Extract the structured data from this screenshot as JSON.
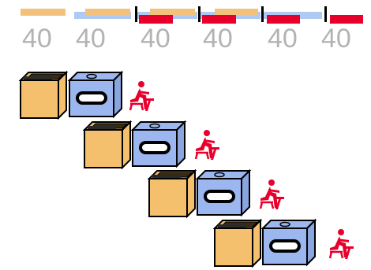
{
  "timeline": {
    "labels": [
      "40",
      "40",
      "40",
      "40",
      "40",
      "40"
    ]
  },
  "stages": [
    {
      "id": 1
    },
    {
      "id": 2
    },
    {
      "id": 3
    },
    {
      "id": 4
    }
  ],
  "colors": {
    "orange": "#f2c27c",
    "blue": "#b0c9f4",
    "red": "#e8002d",
    "label": "#b3b3b3",
    "box": "#f4c06e",
    "machine": "#9cb7ef",
    "outline": "#000000"
  },
  "icons": {
    "box": "open-box-icon",
    "machine": "washer-icon",
    "worker": "seated-worker-icon"
  }
}
